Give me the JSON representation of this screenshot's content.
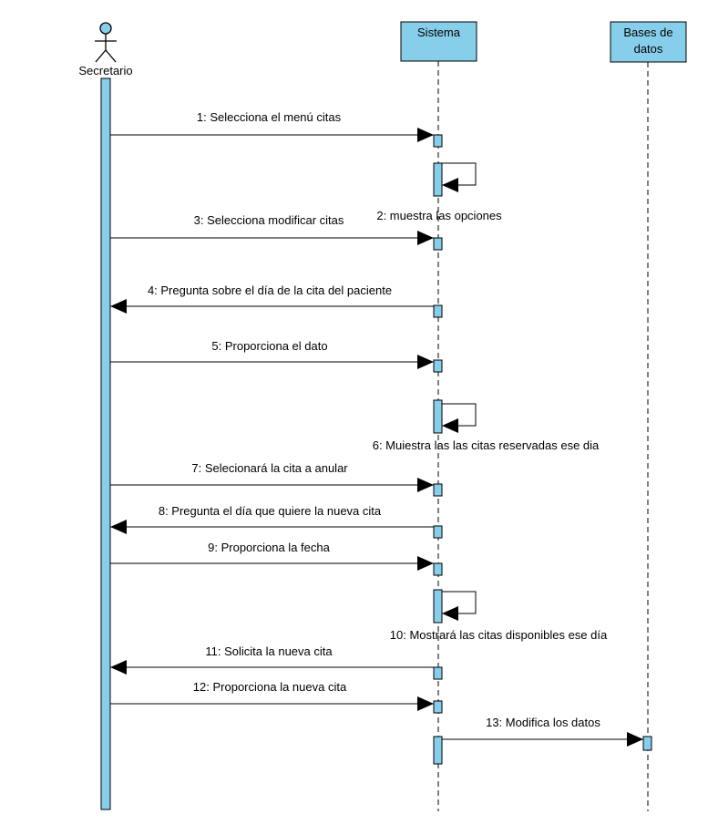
{
  "colors": {
    "box_fill": "#87CEEB",
    "line": "#000000",
    "background": "#FFFFFF"
  },
  "participants": {
    "actor": {
      "label": "Secretario",
      "icon": "stick-figure-actor-icon"
    },
    "sistema": {
      "label": "Sistema"
    },
    "bd": {
      "label_line1": "Bases de",
      "label_line2": "datos"
    }
  },
  "messages": [
    {
      "label": "1: Selecciona el menú citas"
    },
    {
      "label": "2: muestra las opciones"
    },
    {
      "label": "3: Selecciona modificar citas"
    },
    {
      "label": "4: Pregunta sobre el día de la cita del paciente"
    },
    {
      "label": "5: Proporciona el dato"
    },
    {
      "label": "6: Muiestra las las citas reservadas ese dia"
    },
    {
      "label": "7: Selecionará la cita a anular"
    },
    {
      "label": "8: Pregunta el día que quiere la nueva cita"
    },
    {
      "label": "9: Proporciona la fecha"
    },
    {
      "label": "10: Mostrará las citas disponibles ese día"
    },
    {
      "label": "11:  Solicita la nueva cita"
    },
    {
      "label": "12: Proporciona la nueva cita"
    },
    {
      "label": "13: Modifica los datos"
    }
  ]
}
